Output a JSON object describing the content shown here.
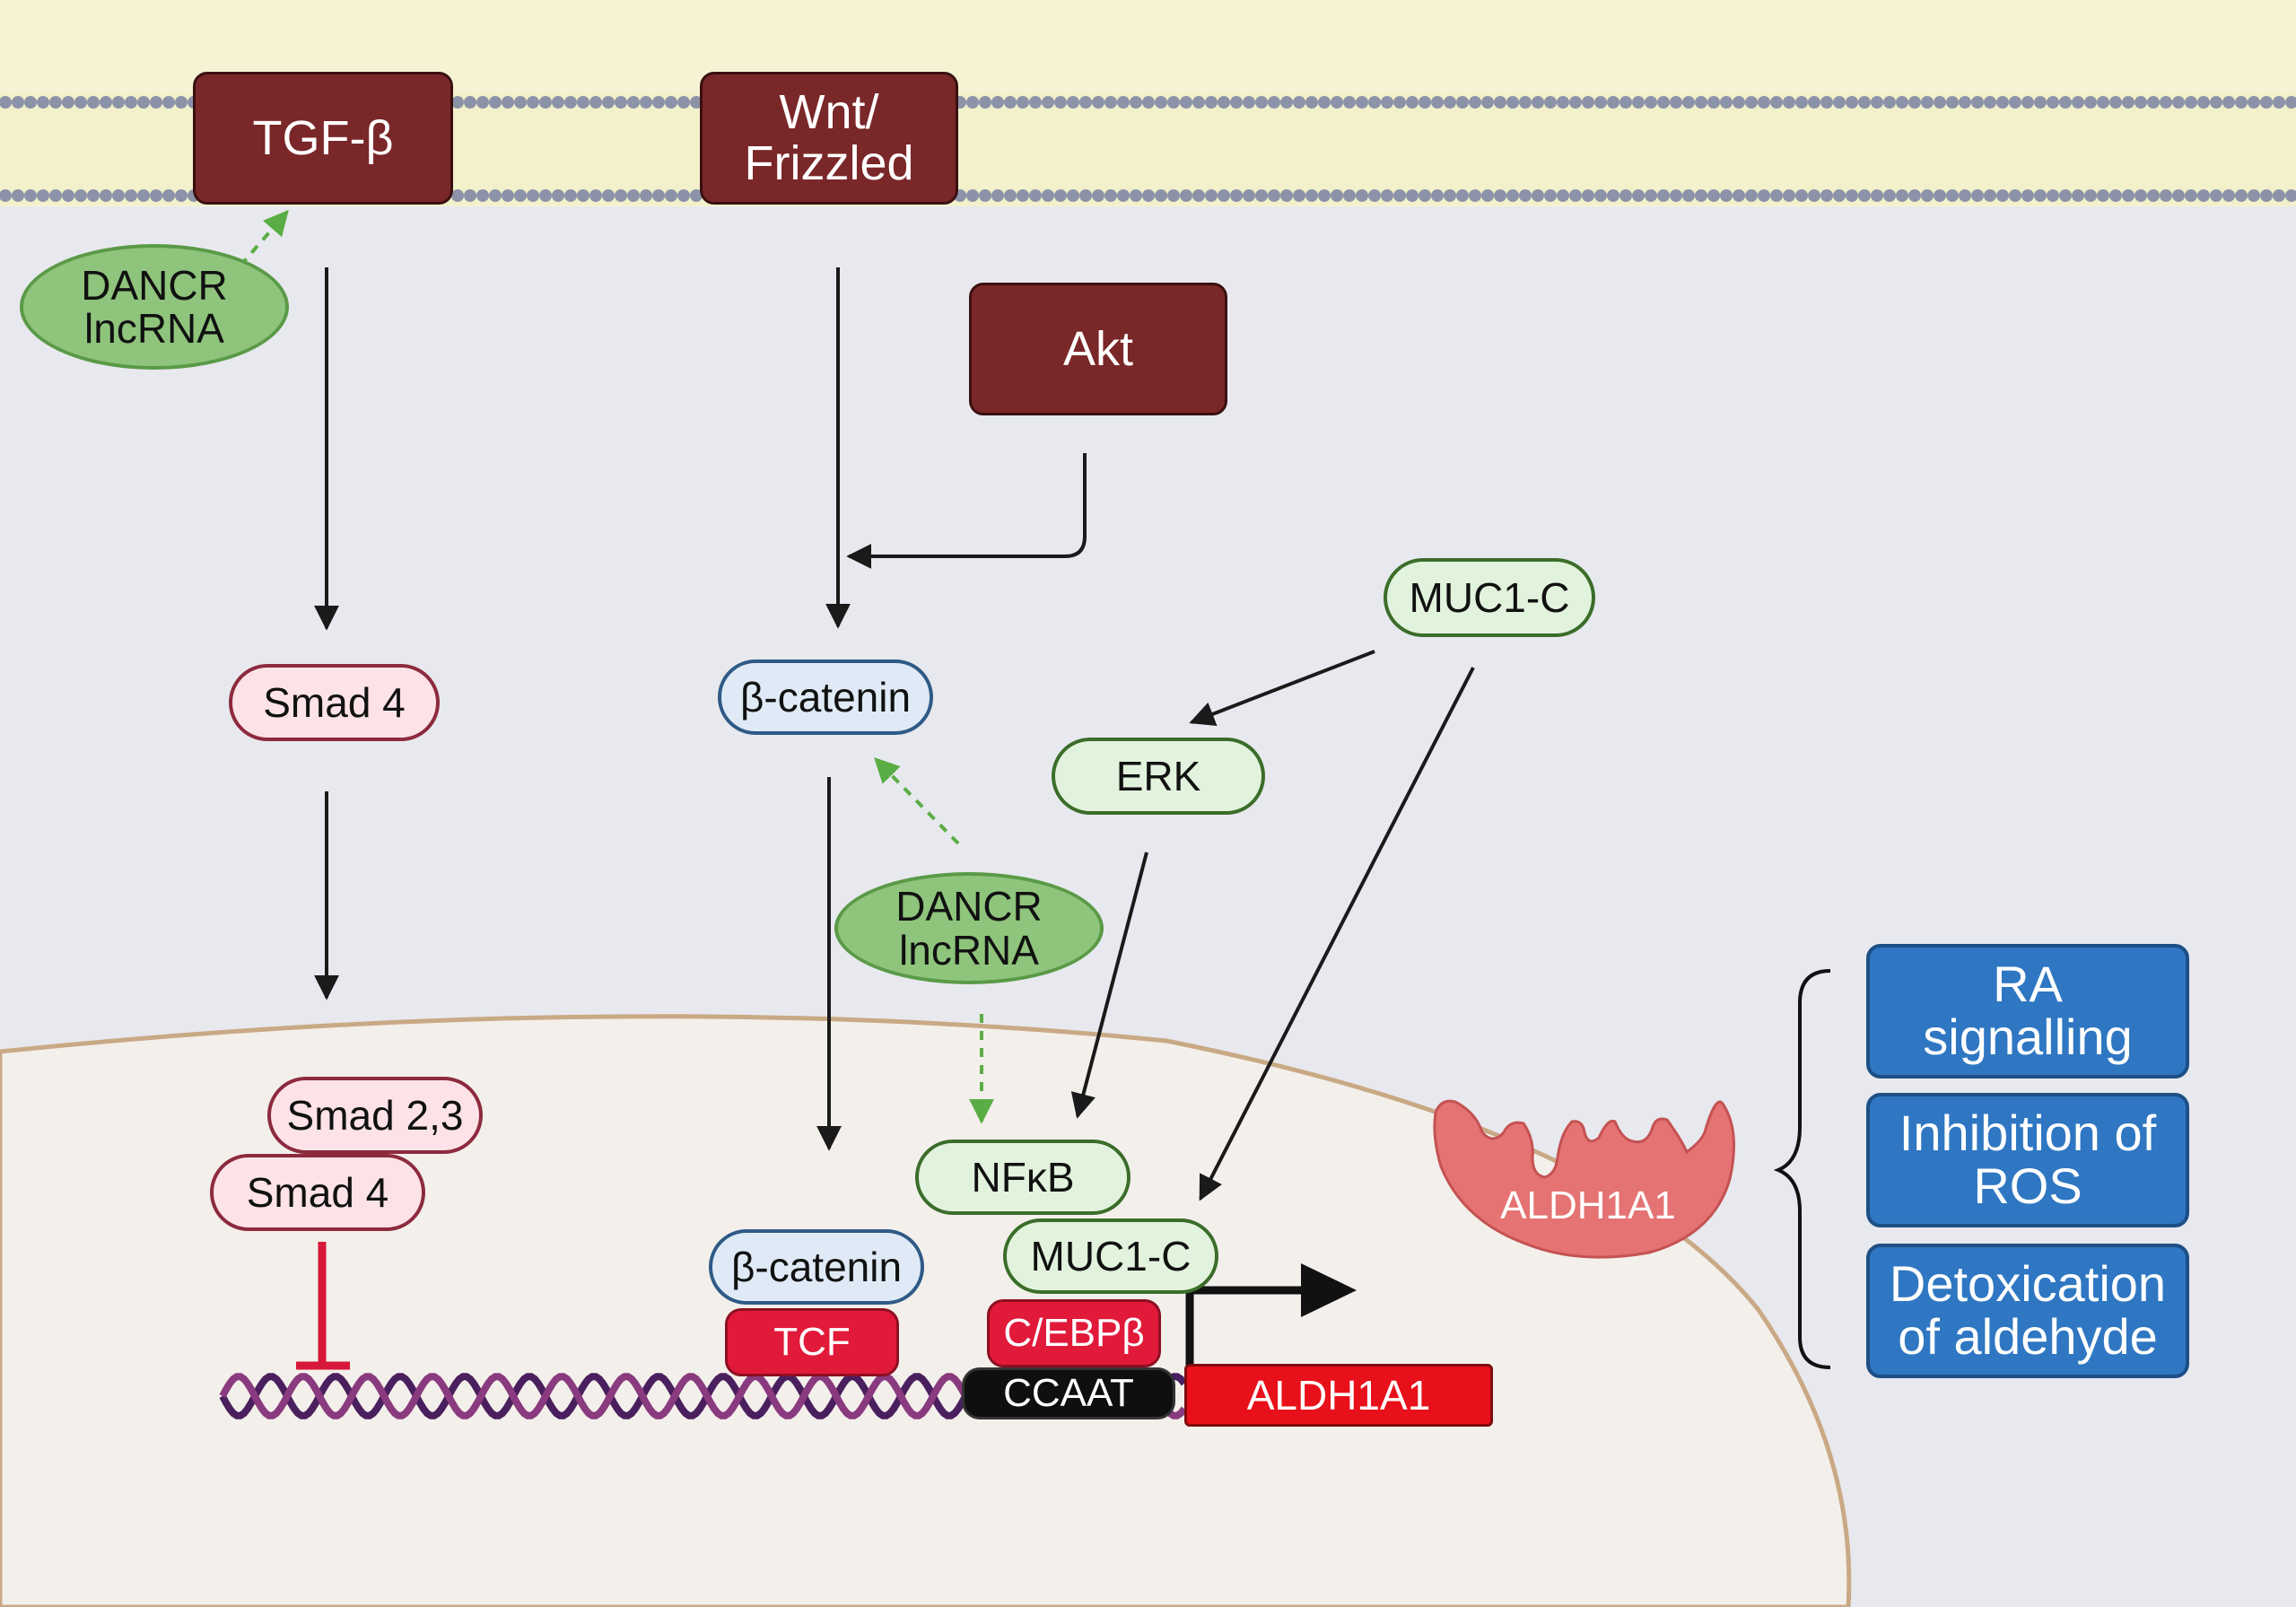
{
  "receptors": {
    "tgfb": "TGF-β",
    "wnt": "Wnt/\nFrizzled",
    "akt": "Akt"
  },
  "dancr": {
    "top": "DANCR\nlncRNA",
    "middle": "DANCR\nlncRNA"
  },
  "cytoplasm": {
    "smad4": "Smad 4",
    "beta_catenin": "β-catenin",
    "muc1c": "MUC1-C",
    "erk": "ERK"
  },
  "nucleus": {
    "smad23": "Smad 2,3",
    "smad4": "Smad 4",
    "nfkb": "NFκB",
    "muc1c": "MUC1-C",
    "beta_catenin": "β-catenin",
    "tcf": "TCF",
    "cebpb": "C/EBPβ",
    "ccaat": "CCAAT",
    "gene": "ALDH1A1"
  },
  "mitochondrion_label": "ALDH1A1",
  "outcomes": [
    "RA\nsignalling",
    "Inhibition of\nROS",
    "Detoxication\nof aldehyde"
  ],
  "colors": {
    "receptor": "#7a2729",
    "dancr": "#8fc47c",
    "inhibition": "#d8183a",
    "dashed_arrow": "#5aad45",
    "outcome": "#2f77c2"
  }
}
